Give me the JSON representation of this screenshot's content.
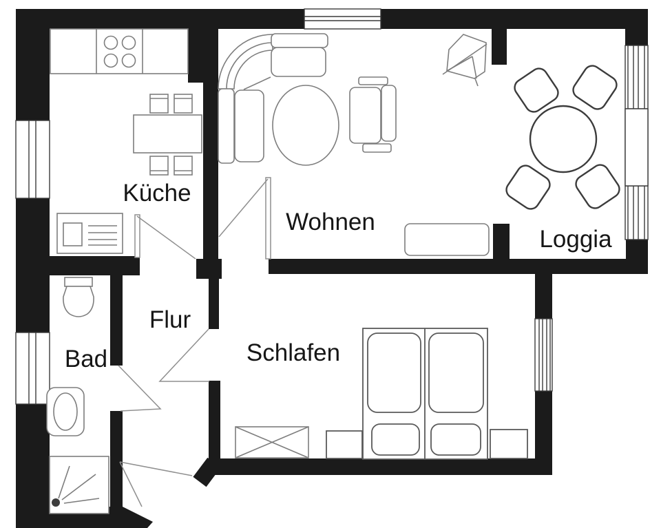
{
  "plan": {
    "type": "apartment-floor-plan",
    "rooms": [
      {
        "id": "kueche",
        "label": "Küche"
      },
      {
        "id": "wohnen",
        "label": "Wohnen"
      },
      {
        "id": "loggia",
        "label": "Loggia"
      },
      {
        "id": "flur",
        "label": "Flur"
      },
      {
        "id": "bad",
        "label": "Bad"
      },
      {
        "id": "schlafen",
        "label": "Schlafen"
      }
    ],
    "furniture_icons": [
      "stove-icon",
      "kitchen-counter-icon",
      "dining-table-icon",
      "chair-icon",
      "sink-unit-icon",
      "corner-sofa-icon",
      "coffee-table-icon",
      "sofa-icon",
      "plant-icon",
      "sideboard-icon",
      "round-table-icon",
      "toilet-icon",
      "washbasin-icon",
      "shower-icon",
      "double-bed-icon",
      "pillow-icon",
      "mattress-icon",
      "wardrobe-icon",
      "nightstand-icon",
      "window-icon",
      "door-swing-icon"
    ],
    "colors": {
      "wall": "#1b1b1b",
      "background": "#ffffff",
      "furniture_line": "#7d7d7d",
      "bold_line": "#3c3c3c",
      "label_text": "#161616"
    }
  }
}
